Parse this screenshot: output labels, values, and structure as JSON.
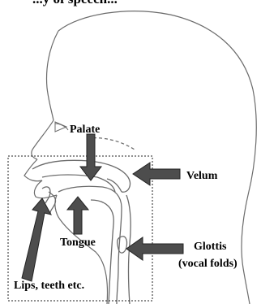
{
  "title": "...y of speech...",
  "labels": {
    "palate": "Palate",
    "velum": "Velum",
    "tongue": "Tongue",
    "glottis": "Glottis",
    "vocal_folds": "(vocal folds)",
    "lips": "Lips, teeth etc."
  },
  "colors": {
    "arrow": "#4d4d4d",
    "outline": "#6b6b6b"
  }
}
